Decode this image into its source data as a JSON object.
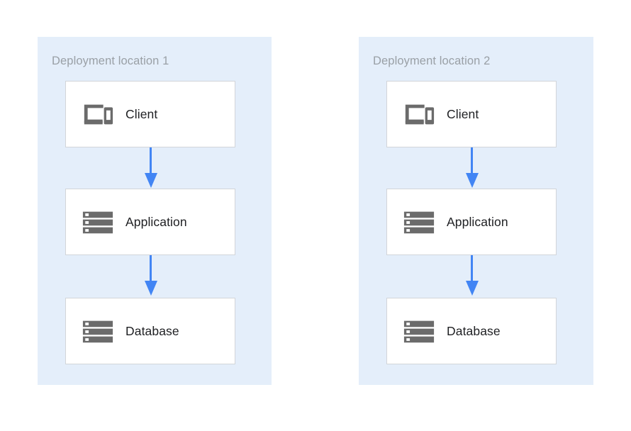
{
  "diagram": {
    "type": "architecture-diagram",
    "background_color": "#ffffff",
    "panel_color": "#e4eefa",
    "arrow_color": "#4285f4",
    "icon_color": "#6b6b6b",
    "box_border_color": "#d2d5d9",
    "box_fill_color": "#ffffff",
    "title_color": "#9aa0a6",
    "label_color": "#202124",
    "panels": [
      {
        "title": "Deployment location 1",
        "nodes": [
          {
            "label": "Client",
            "icon": "devices-icon"
          },
          {
            "label": "Application",
            "icon": "server-stack-icon"
          },
          {
            "label": "Database",
            "icon": "server-stack-icon"
          }
        ],
        "connectors": [
          {
            "from": "Client",
            "to": "Application",
            "icon": "arrow-down-icon"
          },
          {
            "from": "Application",
            "to": "Database",
            "icon": "arrow-down-icon"
          }
        ]
      },
      {
        "title": "Deployment location 2",
        "nodes": [
          {
            "label": "Client",
            "icon": "devices-icon"
          },
          {
            "label": "Application",
            "icon": "server-stack-icon"
          },
          {
            "label": "Database",
            "icon": "server-stack-icon"
          }
        ],
        "connectors": [
          {
            "from": "Client",
            "to": "Application",
            "icon": "arrow-down-icon"
          },
          {
            "from": "Application",
            "to": "Database",
            "icon": "arrow-down-icon"
          }
        ]
      }
    ]
  }
}
